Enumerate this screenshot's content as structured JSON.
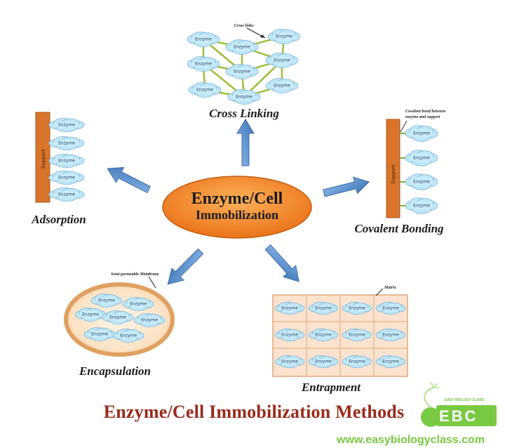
{
  "center": {
    "title_line1": "Enzyme/Cell",
    "title_line2": "Immobilization"
  },
  "methods": {
    "cross_linking": {
      "label": "Cross Linking",
      "note": "Cross links",
      "enzyme": "Enzyme"
    },
    "adsorption": {
      "label": "Adsorption",
      "support": "Support",
      "enzyme": "Enzyme"
    },
    "covalent": {
      "label": "Covalent Bonding",
      "support": "Support",
      "note_line1": "Covalent bond between",
      "note_line2": "enzyme and support",
      "enzyme": "Enzyme"
    },
    "encapsulation": {
      "label": "Encapsulation",
      "note": "Semi-permeable Membrane",
      "enzyme": "Enzyme"
    },
    "entrapment": {
      "label": "Entrapment",
      "note": "Matrix",
      "enzyme": "Enzyme"
    }
  },
  "footer": {
    "title": "Enzyme/Cell Immobilization Methods",
    "logo_letters": "EBC",
    "logo_tagline": "EASY BIOLOGY CLASS",
    "url": "www.easybiologyclass.com"
  },
  "colors": {
    "center_fill": "#f5871f",
    "arrow": "#4a86c8",
    "enzyme_fill": "#bfe6f7",
    "support": "#d9752a",
    "title": "#9a2a1b",
    "logo_green": "#7ac943"
  }
}
